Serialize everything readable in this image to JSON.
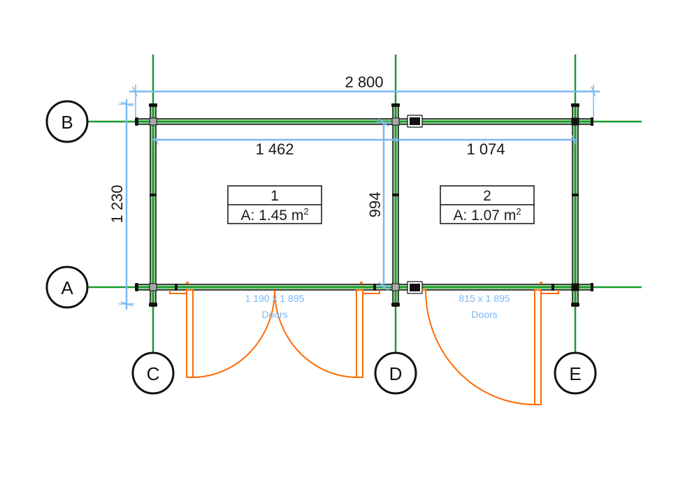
{
  "colors": {
    "grid": "#1a9a2a",
    "dimension": "#7ab8f5",
    "door": "#ff6a00",
    "wall": "#111111",
    "background": "#ffffff"
  },
  "axes": {
    "horizontal": [
      {
        "label": "B"
      },
      {
        "label": "A"
      }
    ],
    "vertical": [
      {
        "label": "C"
      },
      {
        "label": "D"
      },
      {
        "label": "E"
      }
    ]
  },
  "dimensions": {
    "overall_width": "2 800",
    "overall_depth": "1 230",
    "room1_width": "1 462",
    "room2_width": "1 074",
    "inner_depth": "994"
  },
  "rooms": [
    {
      "number": "1",
      "area_prefix": "A: 1.45 m",
      "area_sup": "2"
    },
    {
      "number": "2",
      "area_prefix": "A: 1.07 m",
      "area_sup": "2"
    }
  ],
  "doors": [
    {
      "size": "1 190 x 1 895",
      "label": "Doors"
    },
    {
      "size": "815 x 1 895",
      "label": "Doors"
    }
  ]
}
